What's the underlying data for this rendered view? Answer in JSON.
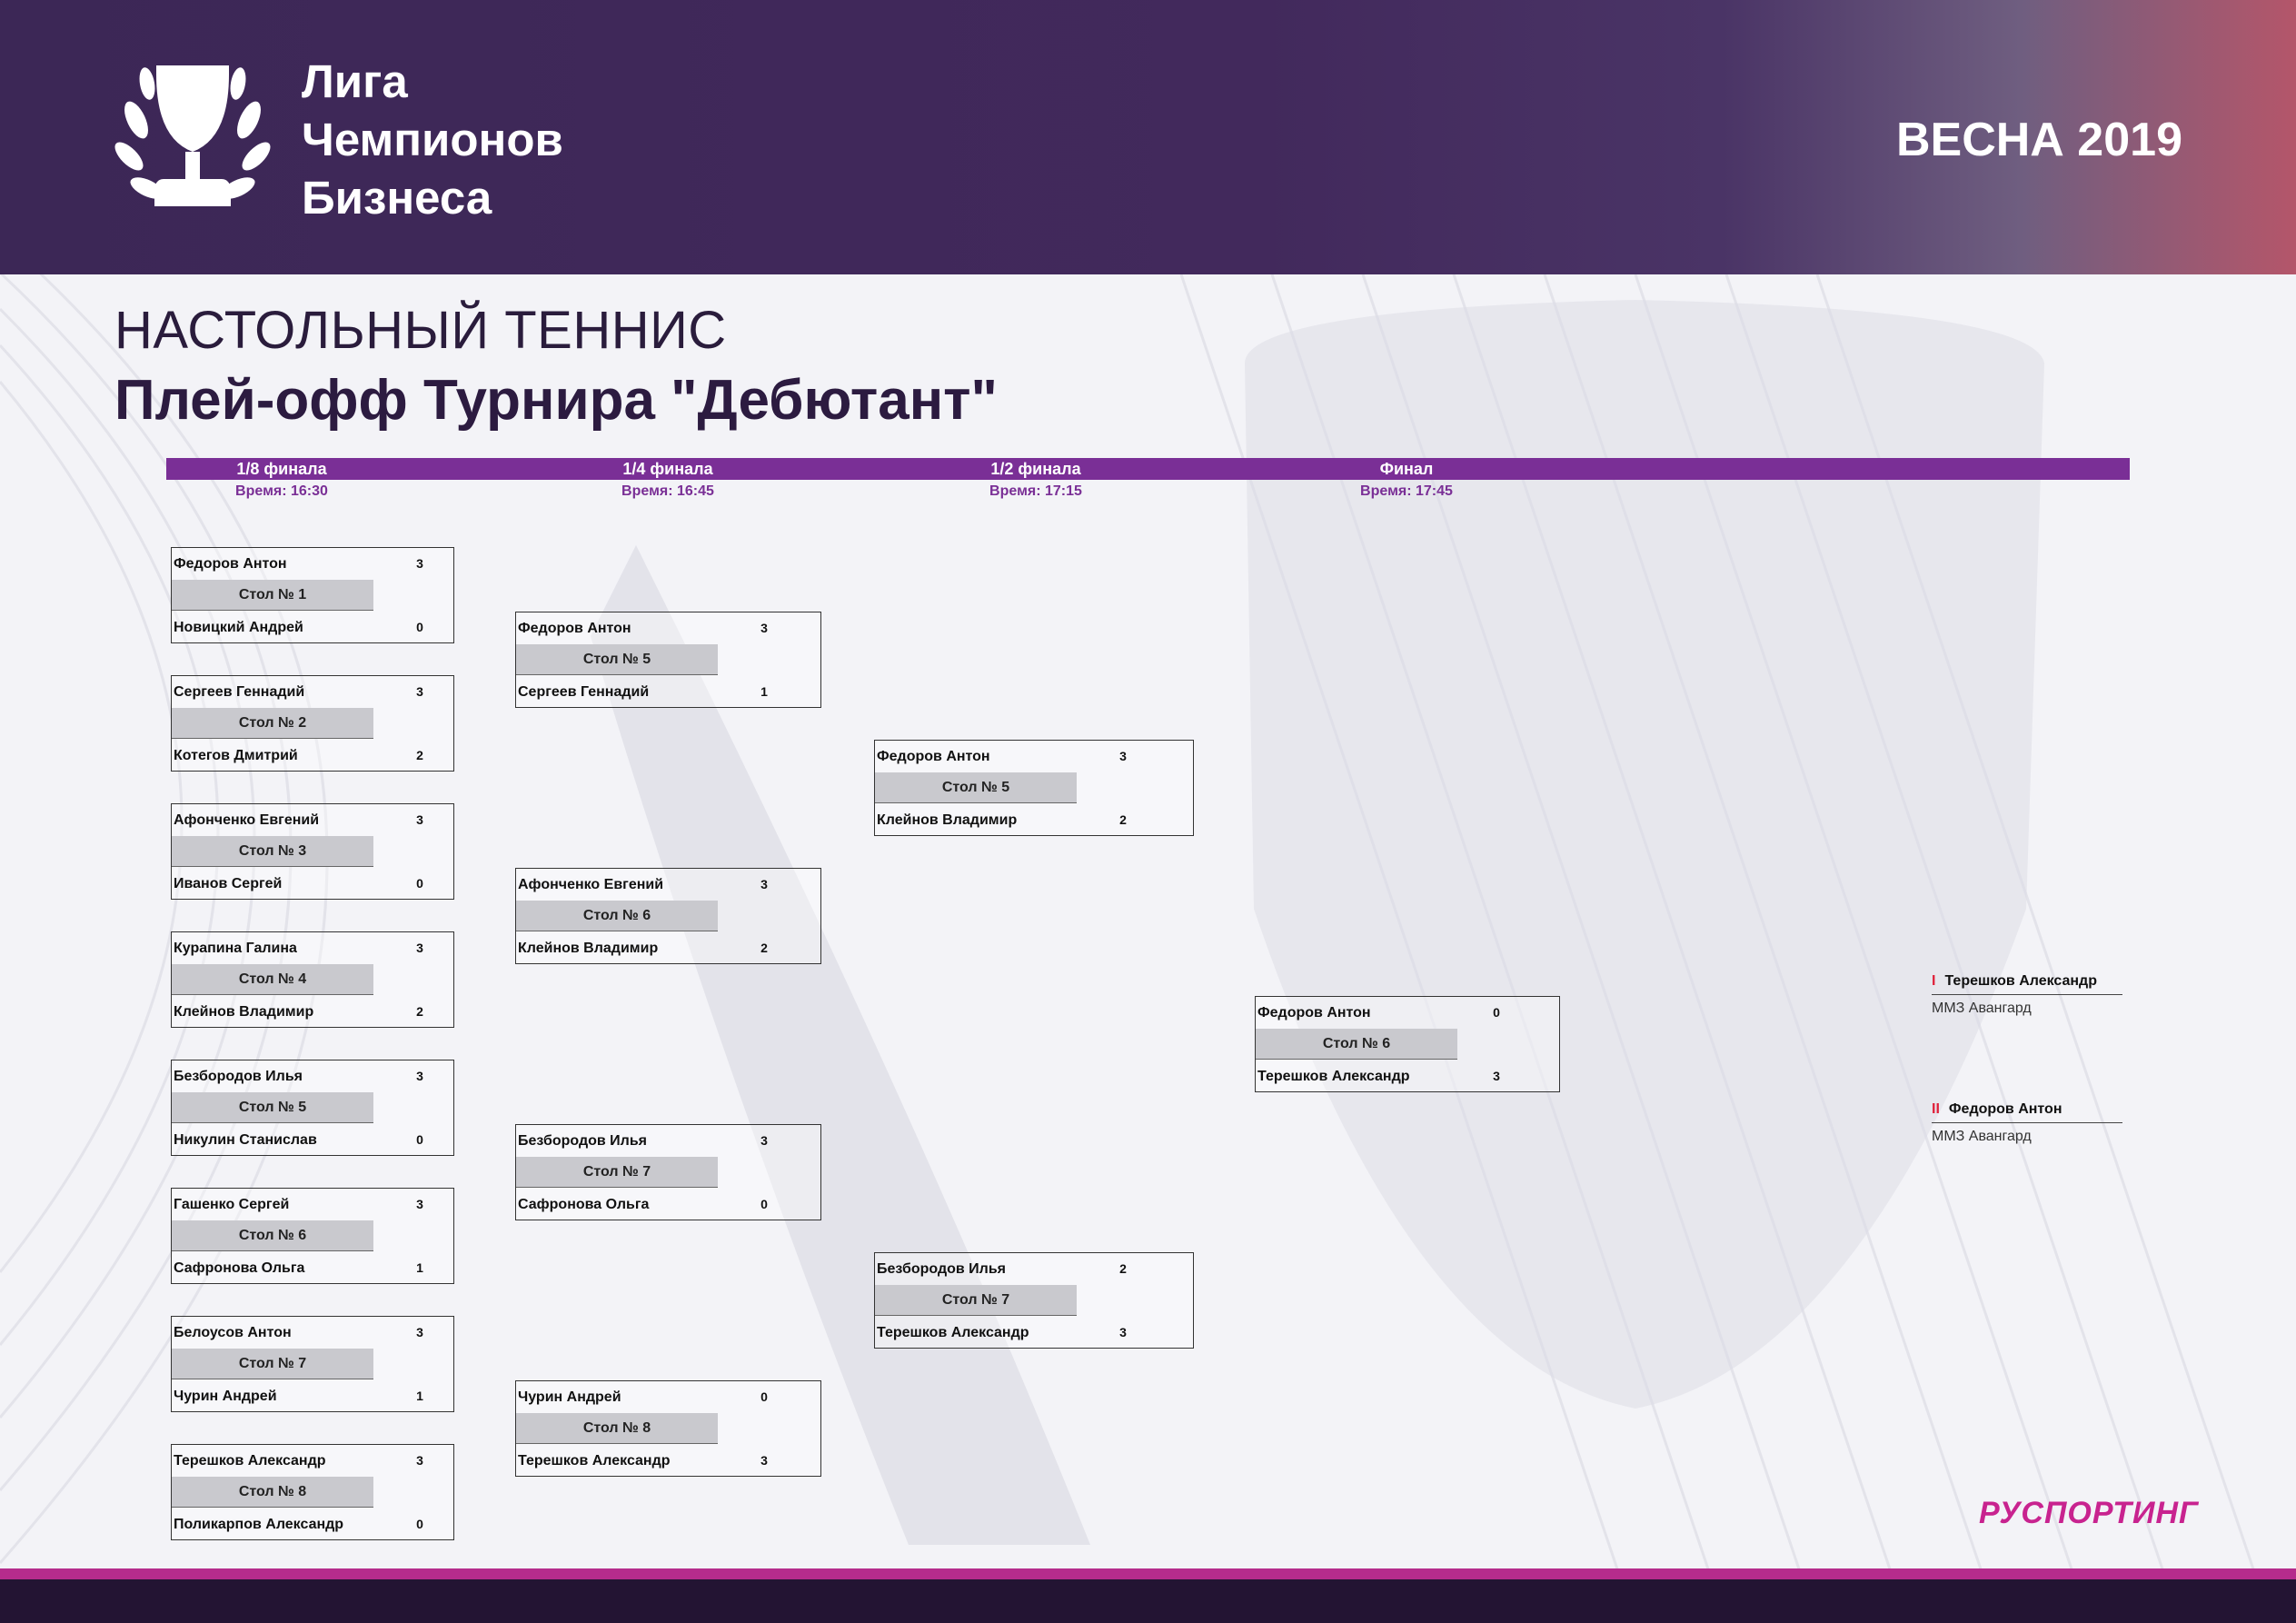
{
  "header": {
    "league_line1": "Лига",
    "league_line2": "Чемпионов",
    "league_line3": "Бизнеса",
    "season": "ВЕСНА 2019"
  },
  "sport": "НАСТОЛЬНЫЙ ТЕННИС",
  "title": "Плей-офф Турнира \"Дебютант\"",
  "rounds": [
    {
      "label": "1/8 финала",
      "time": "Время: 16:30"
    },
    {
      "label": "1/4 финала",
      "time": "Время: 16:45"
    },
    {
      "label": "1/2 финала",
      "time": "Время: 17:15"
    },
    {
      "label": "Финал",
      "time": "Время: 17:45"
    }
  ],
  "r16": [
    {
      "p1": "Федоров Антон",
      "s1": "3",
      "table": "Стол № 1",
      "p2": "Новицкий Андрей",
      "s2": "0"
    },
    {
      "p1": "Сергеев Геннадий",
      "s1": "3",
      "table": "Стол № 2",
      "p2": "Котегов Дмитрий",
      "s2": "2"
    },
    {
      "p1": "Афонченко Евгений",
      "s1": "3",
      "table": "Стол № 3",
      "p2": "Иванов Сергей",
      "s2": "0"
    },
    {
      "p1": "Курапина Галина",
      "s1": "3",
      "table": "Стол № 4",
      "p2": "Клейнов Владимир",
      "s2": "2"
    },
    {
      "p1": "Безбородов Илья",
      "s1": "3",
      "table": "Стол № 5",
      "p2": "Никулин Станислав",
      "s2": "0"
    },
    {
      "p1": "Гашенко Сергей",
      "s1": "3",
      "table": "Стол № 6",
      "p2": "Сафронова Ольга",
      "s2": "1"
    },
    {
      "p1": "Белоусов Антон",
      "s1": "3",
      "table": "Стол № 7",
      "p2": "Чурин Андрей",
      "s2": "1"
    },
    {
      "p1": "Терешков Александр",
      "s1": "3",
      "table": "Стол № 8",
      "p2": "Поликарпов Александр",
      "s2": "0"
    }
  ],
  "qf": [
    {
      "p1": "Федоров Антон",
      "s1": "3",
      "table": "Стол № 5",
      "p2": "Сергеев Геннадий",
      "s2": "1"
    },
    {
      "p1": "Афонченко Евгений",
      "s1": "3",
      "table": "Стол № 6",
      "p2": "Клейнов Владимир",
      "s2": "2"
    },
    {
      "p1": "Безбородов Илья",
      "s1": "3",
      "table": "Стол № 7",
      "p2": "Сафронова Ольга",
      "s2": "0"
    },
    {
      "p1": "Чурин Андрей",
      "s1": "0",
      "table": "Стол № 8",
      "p2": "Терешков Александр",
      "s2": "3"
    }
  ],
  "sf": [
    {
      "p1": "Федоров Антон",
      "s1": "3",
      "table": "Стол № 5",
      "p2": "Клейнов Владимир",
      "s2": "2"
    },
    {
      "p1": "Безбородов Илья",
      "s1": "2",
      "table": "Стол № 7",
      "p2": "Терешков Александр",
      "s2": "3"
    }
  ],
  "final": {
    "p1": "Федоров Антон",
    "s1": "0",
    "table": "Стол № 6",
    "p2": "Терешков Александр",
    "s2": "3"
  },
  "winners": [
    {
      "place": "I",
      "name": "Терешков Александр",
      "club": "ММЗ Авангард"
    },
    {
      "place": "II",
      "name": "Федоров Антон",
      "club": "ММЗ Авангард"
    }
  ],
  "brand": "РУСПОРТИНГ",
  "colors": {
    "header": "#3c2756",
    "accent": "#7a2f96",
    "brand": "#c8238f",
    "place": "#e0203a"
  }
}
